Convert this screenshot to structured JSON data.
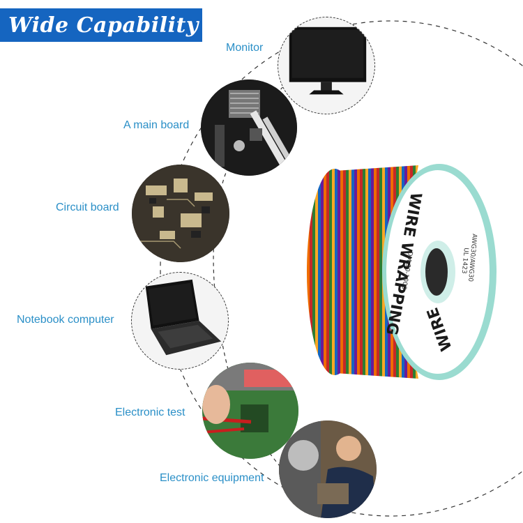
{
  "title": "Wide Capability",
  "applications": [
    {
      "label": "Monitor",
      "icon": "monitor-icon"
    },
    {
      "label": "A main board",
      "icon": "motherboard-icon"
    },
    {
      "label": "Circuit board",
      "icon": "circuit-board-icon"
    },
    {
      "label": "Notebook computer",
      "icon": "laptop-icon"
    },
    {
      "label": "Electronic test",
      "icon": "test-probe-icon"
    },
    {
      "label": "Electronic equipment",
      "icon": "technician-icon"
    }
  ],
  "spool": {
    "text_outer_top": "WIRE WRAPPING",
    "text_outer_bottom": "WIRE",
    "part_number": "DM-30-1000",
    "spec_line_1": "AWG30/AWG30",
    "spec_line_2": "UL 1423",
    "icon": "wire-spool-icon"
  },
  "colors": {
    "banner": "#1565c0",
    "label": "#2a8fc7",
    "dashed": "#333333",
    "spool_rim": "#9adbd0"
  }
}
